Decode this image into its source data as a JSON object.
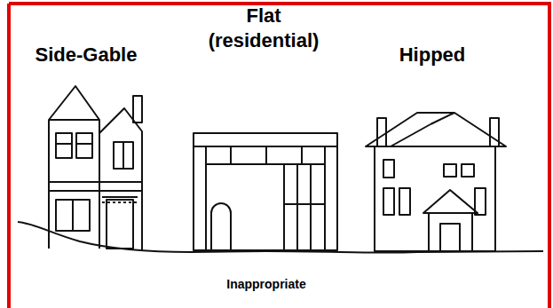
{
  "diagram": {
    "labels": [
      "Side-Gable",
      "Flat (residential)",
      "Hipped",
      "Inappropriate"
    ]
  }
}
